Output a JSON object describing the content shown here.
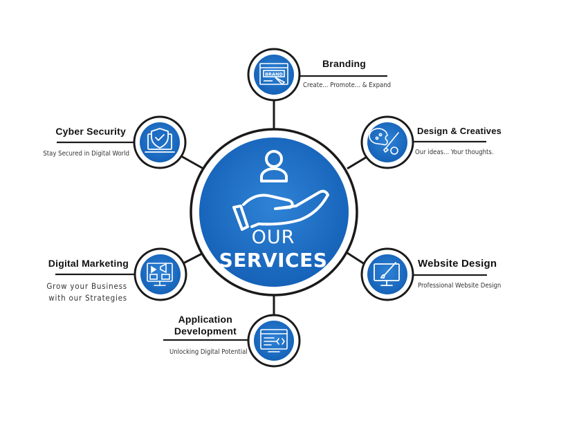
{
  "center": {
    "line1": "OUR",
    "line2": "SERVICES",
    "icon": "hand-holding-person-icon"
  },
  "colors": {
    "accent": "#1e6dc4",
    "accent_dark": "#0f56ab",
    "ring": "#1a1a1a",
    "text": "#111111"
  },
  "services": [
    {
      "id": "branding",
      "title": "Branding",
      "subtitle": "Create... Promote... & Expand",
      "icon": "brand-browser-icon"
    },
    {
      "id": "design",
      "title": "Design & Creatives",
      "subtitle": "Our ideas... Your thoughts.",
      "icon": "palette-brush-icon"
    },
    {
      "id": "website",
      "title": "Website Design",
      "subtitle": "Professional Website Design",
      "icon": "monitor-brush-icon"
    },
    {
      "id": "appdev",
      "title_line1": "Application",
      "title_line2": "Development",
      "subtitle": "Unlocking Digital Potential",
      "icon": "code-window-icon"
    },
    {
      "id": "marketing",
      "title": "Digital Marketing",
      "subtitle_line1": "Grow your Business",
      "subtitle_line2": "with our Strategies",
      "icon": "megaphone-screen-icon"
    },
    {
      "id": "cyber",
      "title": "Cyber Security",
      "subtitle": "Stay Secured in Digital World",
      "icon": "shield-laptop-icon"
    }
  ]
}
